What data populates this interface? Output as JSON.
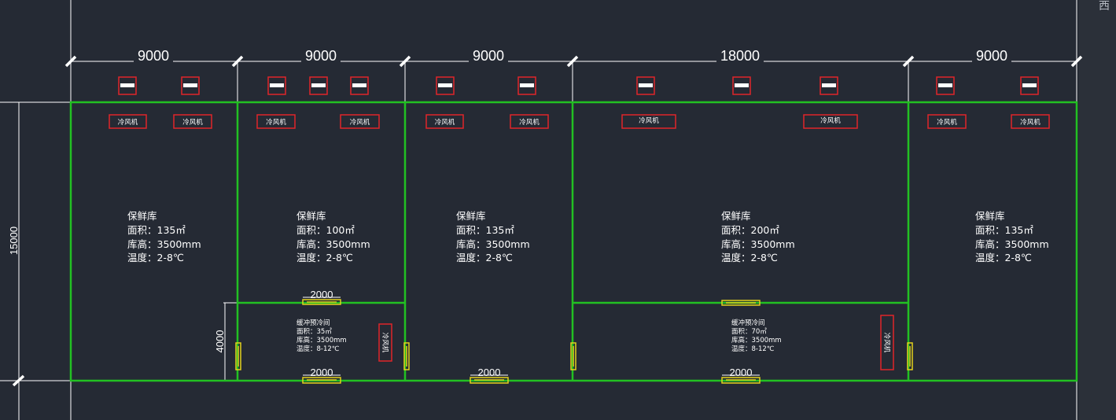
{
  "dimensions": {
    "top": [
      "9000",
      "9000",
      "9000",
      "18000",
      "9000"
    ],
    "left_total": "15000",
    "left_small": "4000",
    "doors": [
      "2000",
      "2000",
      "2000",
      "2000"
    ]
  },
  "rooms": [
    {
      "name": "保鲜库",
      "area": "面积：135㎡",
      "height": "库高：3500mm",
      "temp": "温度：2-8℃"
    },
    {
      "name": "保鲜库",
      "area": "面积：100㎡",
      "height": "库高：3500mm",
      "temp": "温度：2-8℃"
    },
    {
      "name": "保鲜库",
      "area": "面积：135㎡",
      "height": "库高：3500mm",
      "temp": "温度：2-8℃"
    },
    {
      "name": "保鲜库",
      "area": "面积：200㎡",
      "height": "库高：3500mm",
      "temp": "温度：2-8℃"
    },
    {
      "name": "保鲜库",
      "area": "面积：135㎡",
      "height": "库高：3500mm",
      "temp": "温度：2-8℃"
    }
  ],
  "small_rooms": [
    {
      "name": "缓冲预冷间",
      "area": "面积：35㎡",
      "height": "库高：3500mm",
      "temp": "温度：8-12℃"
    },
    {
      "name": "缓冲预冷间",
      "area": "面积：70㎡",
      "height": "库高：3500mm",
      "temp": "温度：8-12℃"
    }
  ],
  "unit_label": "冷风机",
  "corner_label": "西",
  "colors": {
    "background": "#252a34",
    "wall": "#22c022",
    "equipment": "#e0242a",
    "door": "#e4d21c",
    "dimension": "#ffffff"
  }
}
